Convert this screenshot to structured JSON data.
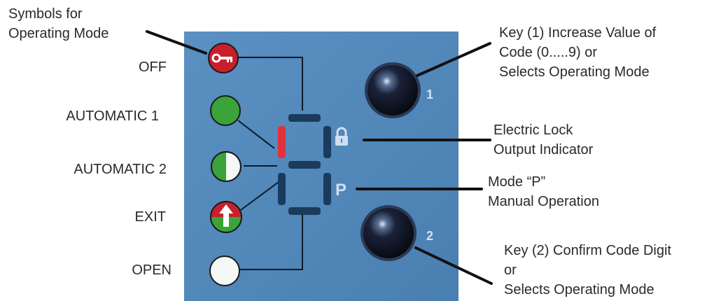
{
  "header_label": [
    "Symbols for",
    "Operating Mode"
  ],
  "modes": [
    {
      "label": "OFF",
      "symbol": "key-icon",
      "color": "#c8202b"
    },
    {
      "label": "AUTOMATIC 1",
      "symbol": "solid-green",
      "color": "#3aa43a"
    },
    {
      "label": "AUTOMATIC 2",
      "symbol": "half-green-half-white",
      "color": "#3aa43a"
    },
    {
      "label": "EXIT",
      "symbol": "arrow-up-icon",
      "color": "#c8202b"
    },
    {
      "label": "OPEN",
      "symbol": "solid-white",
      "color": "#f4f8f6"
    }
  ],
  "panel": {
    "background": "#4f86b8",
    "key1_number": "1",
    "key2_number": "2",
    "mode_p_letter": "P",
    "lock_symbol": "padlock-icon",
    "active_segment_color": "#e0313c"
  },
  "callouts": {
    "key1": [
      "Key (1) Increase Value of",
      "Code (0.....9) or",
      "Selects Operating Mode"
    ],
    "lock": [
      "Electric Lock",
      "Output Indicator"
    ],
    "mode_p": [
      "Mode “P”",
      "Manual Operation"
    ],
    "key2": [
      "Key (2) Confirm Code Digit",
      "or",
      "Selects Operating Mode"
    ]
  }
}
